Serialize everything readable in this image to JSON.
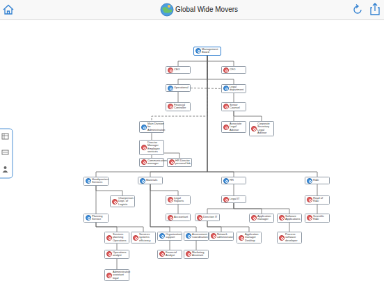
{
  "diagram": {
    "title": "Global Wide Movers",
    "nodes": [
      {
        "text": [
          "Management Board"
        ]
      },
      {
        "text": [
          "CEO"
        ]
      },
      {
        "text": [
          "CFO"
        ]
      },
      {
        "text": [
          "Operational"
        ]
      },
      {
        "text": [
          "Legal department"
        ]
      },
      {
        "text": [
          "Financial Controller"
        ]
      },
      {
        "text": [
          "Senior Counsel"
        ]
      },
      {
        "text": [
          "Associate Legal Advisor"
        ]
      },
      {
        "text": [
          "Corporate Secretary Legal Advisor"
        ]
      },
      {
        "text": [
          "Main Division for Administration"
        ]
      },
      {
        "text": [
          "Director Manager Employee services"
        ]
      },
      {
        "text": [
          "Communications manager"
        ]
      },
      {
        "text": [
          "HR Director personal lab"
        ]
      },
      {
        "text": [
          "Headquarters Services"
        ]
      },
      {
        "text": [
          "Materials"
        ]
      },
      {
        "text": [
          "HR"
        ]
      },
      {
        "text": [
          "R&D"
        ]
      },
      {
        "text": [
          "Chairperson Dept. of Logistic"
        ]
      },
      {
        "text": [
          "Planning Service"
        ]
      },
      {
        "text": [
          "Services planning Operations"
        ]
      },
      {
        "text": [
          "Services systems efficiency"
        ]
      },
      {
        "text": [
          "Operations analyst"
        ]
      },
      {
        "text": [
          "Administrative assistant legal"
        ]
      },
      {
        "text": [
          "Legal Reports"
        ]
      },
      {
        "text": [
          "Accountant"
        ]
      },
      {
        "text": [
          "Organization support"
        ]
      },
      {
        "text": [
          "Assessment Coordination"
        ]
      },
      {
        "text": [
          "Financial Analyst"
        ]
      },
      {
        "text": [
          "Marketing Assistant"
        ]
      },
      {
        "text": [
          "Legal IT"
        ]
      },
      {
        "text": [
          "Direction IT"
        ]
      },
      {
        "text": [
          "Application manager"
        ]
      },
      {
        "text": [
          "Software Applications"
        ]
      },
      {
        "text": [
          "Network administrator"
        ]
      },
      {
        "text": [
          "Application manager Desktop"
        ]
      },
      {
        "text": [
          "Process software developer"
        ]
      },
      {
        "text": [
          "Head of R&D"
        ]
      },
      {
        "text": [
          "Scientific R&D"
        ]
      }
    ],
    "edges": [
      {
        "from": 0,
        "to": 1,
        "arrow": "none"
      },
      {
        "from": 0,
        "to": 2,
        "arrow": "none"
      },
      {
        "from": 0,
        "to": 3,
        "arrow": "none"
      },
      {
        "from": 0,
        "to": 4,
        "arrow": "none"
      },
      {
        "from": 3,
        "to": 4,
        "arrow": "none"
      },
      {
        "from": 3,
        "to": 5,
        "arrow": "none"
      },
      {
        "from": 4,
        "to": 6,
        "arrow": "none"
      },
      {
        "from": 6,
        "to": 7,
        "arrow": "none"
      },
      {
        "from": 6,
        "to": 8,
        "arrow": "none"
      },
      {
        "from": 0,
        "to": 9,
        "arrow": "none"
      },
      {
        "from": 9,
        "to": 10,
        "arrow": "none"
      },
      {
        "from": 10,
        "to": 11,
        "arrow": "none"
      },
      {
        "from": 10,
        "to": 12,
        "arrow": "none"
      },
      {
        "from": 0,
        "to": 13,
        "arrow": "none"
      },
      {
        "from": 0,
        "to": 14,
        "arrow": "none"
      },
      {
        "from": 0,
        "to": 15,
        "arrow": "none"
      },
      {
        "from": 0,
        "to": 16,
        "arrow": "none"
      },
      {
        "from": 13,
        "to": 17,
        "arrow": "none"
      },
      {
        "from": 13,
        "to": 18,
        "arrow": "none"
      },
      {
        "from": 18,
        "to": 19,
        "arrow": "none"
      },
      {
        "from": 18,
        "to": 20,
        "arrow": "none"
      },
      {
        "from": 19,
        "to": 21,
        "arrow": "none"
      },
      {
        "from": 21,
        "to": 22,
        "arrow": "none"
      },
      {
        "from": 14,
        "to": 23,
        "arrow": "none"
      },
      {
        "from": 23,
        "to": 24,
        "arrow": "none"
      },
      {
        "from": 14,
        "to": 25,
        "arrow": "none"
      },
      {
        "from": 14,
        "to": 26,
        "arrow": "none"
      },
      {
        "from": 25,
        "to": 27,
        "arrow": "none"
      },
      {
        "from": 26,
        "to": 28,
        "arrow": "none"
      },
      {
        "from": 15,
        "to": 29,
        "arrow": "none"
      },
      {
        "from": 29,
        "to": 30,
        "arrow": "none"
      },
      {
        "from": 29,
        "to": 31,
        "arrow": "none"
      },
      {
        "from": 29,
        "to": 32,
        "arrow": "none"
      },
      {
        "from": 30,
        "to": 33,
        "arrow": "none"
      },
      {
        "from": 30,
        "to": 34,
        "arrow": "none"
      },
      {
        "from": 32,
        "to": 35,
        "arrow": "none"
      },
      {
        "from": 16,
        "to": 36,
        "arrow": "none"
      },
      {
        "from": 36,
        "to": 37,
        "arrow": "none"
      }
    ]
  }
}
